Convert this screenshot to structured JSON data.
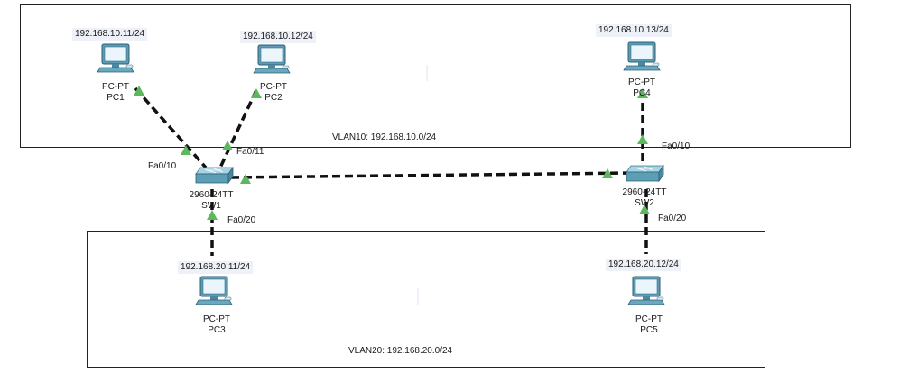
{
  "vlans": {
    "vlan10": {
      "label": "VLAN10: 192.168.10.0/24"
    },
    "vlan20": {
      "label": "VLAN20: 192.168.20.0/24"
    }
  },
  "devices": {
    "pc1": {
      "ip": "192.168.10.11/24",
      "type": "PC-PT",
      "name": "PC1"
    },
    "pc2": {
      "ip": "192.168.10.12/24",
      "type": "PC-PT",
      "name": "PC2"
    },
    "pc3": {
      "ip": "192.168.20.11/24",
      "type": "PC-PT",
      "name": "PC3"
    },
    "pc4": {
      "ip": "192.168.10.13/24",
      "type": "PC-PT",
      "name": "PC4"
    },
    "pc5": {
      "ip": "192.168.20.12/24",
      "type": "PC-PT",
      "name": "PC5"
    },
    "sw1": {
      "type": "2960-24TT",
      "name": "SW1"
    },
    "sw2": {
      "type": "2960-24TT",
      "name": "SW2"
    }
  },
  "ports": {
    "sw1_fa010": "Fa0/10",
    "sw1_fa011": "Fa0/11",
    "sw1_fa020": "Fa0/20",
    "sw2_fa010": "Fa0/10",
    "sw2_fa020": "Fa0/20"
  },
  "colors": {
    "link_up": "#5cb85c",
    "link": "#111111",
    "device": "#5b9bb5",
    "label_bg": "#eef1f7"
  },
  "icons": {
    "pc": "computer-icon",
    "switch": "switch-icon",
    "link_status": "triangle-up-icon"
  }
}
